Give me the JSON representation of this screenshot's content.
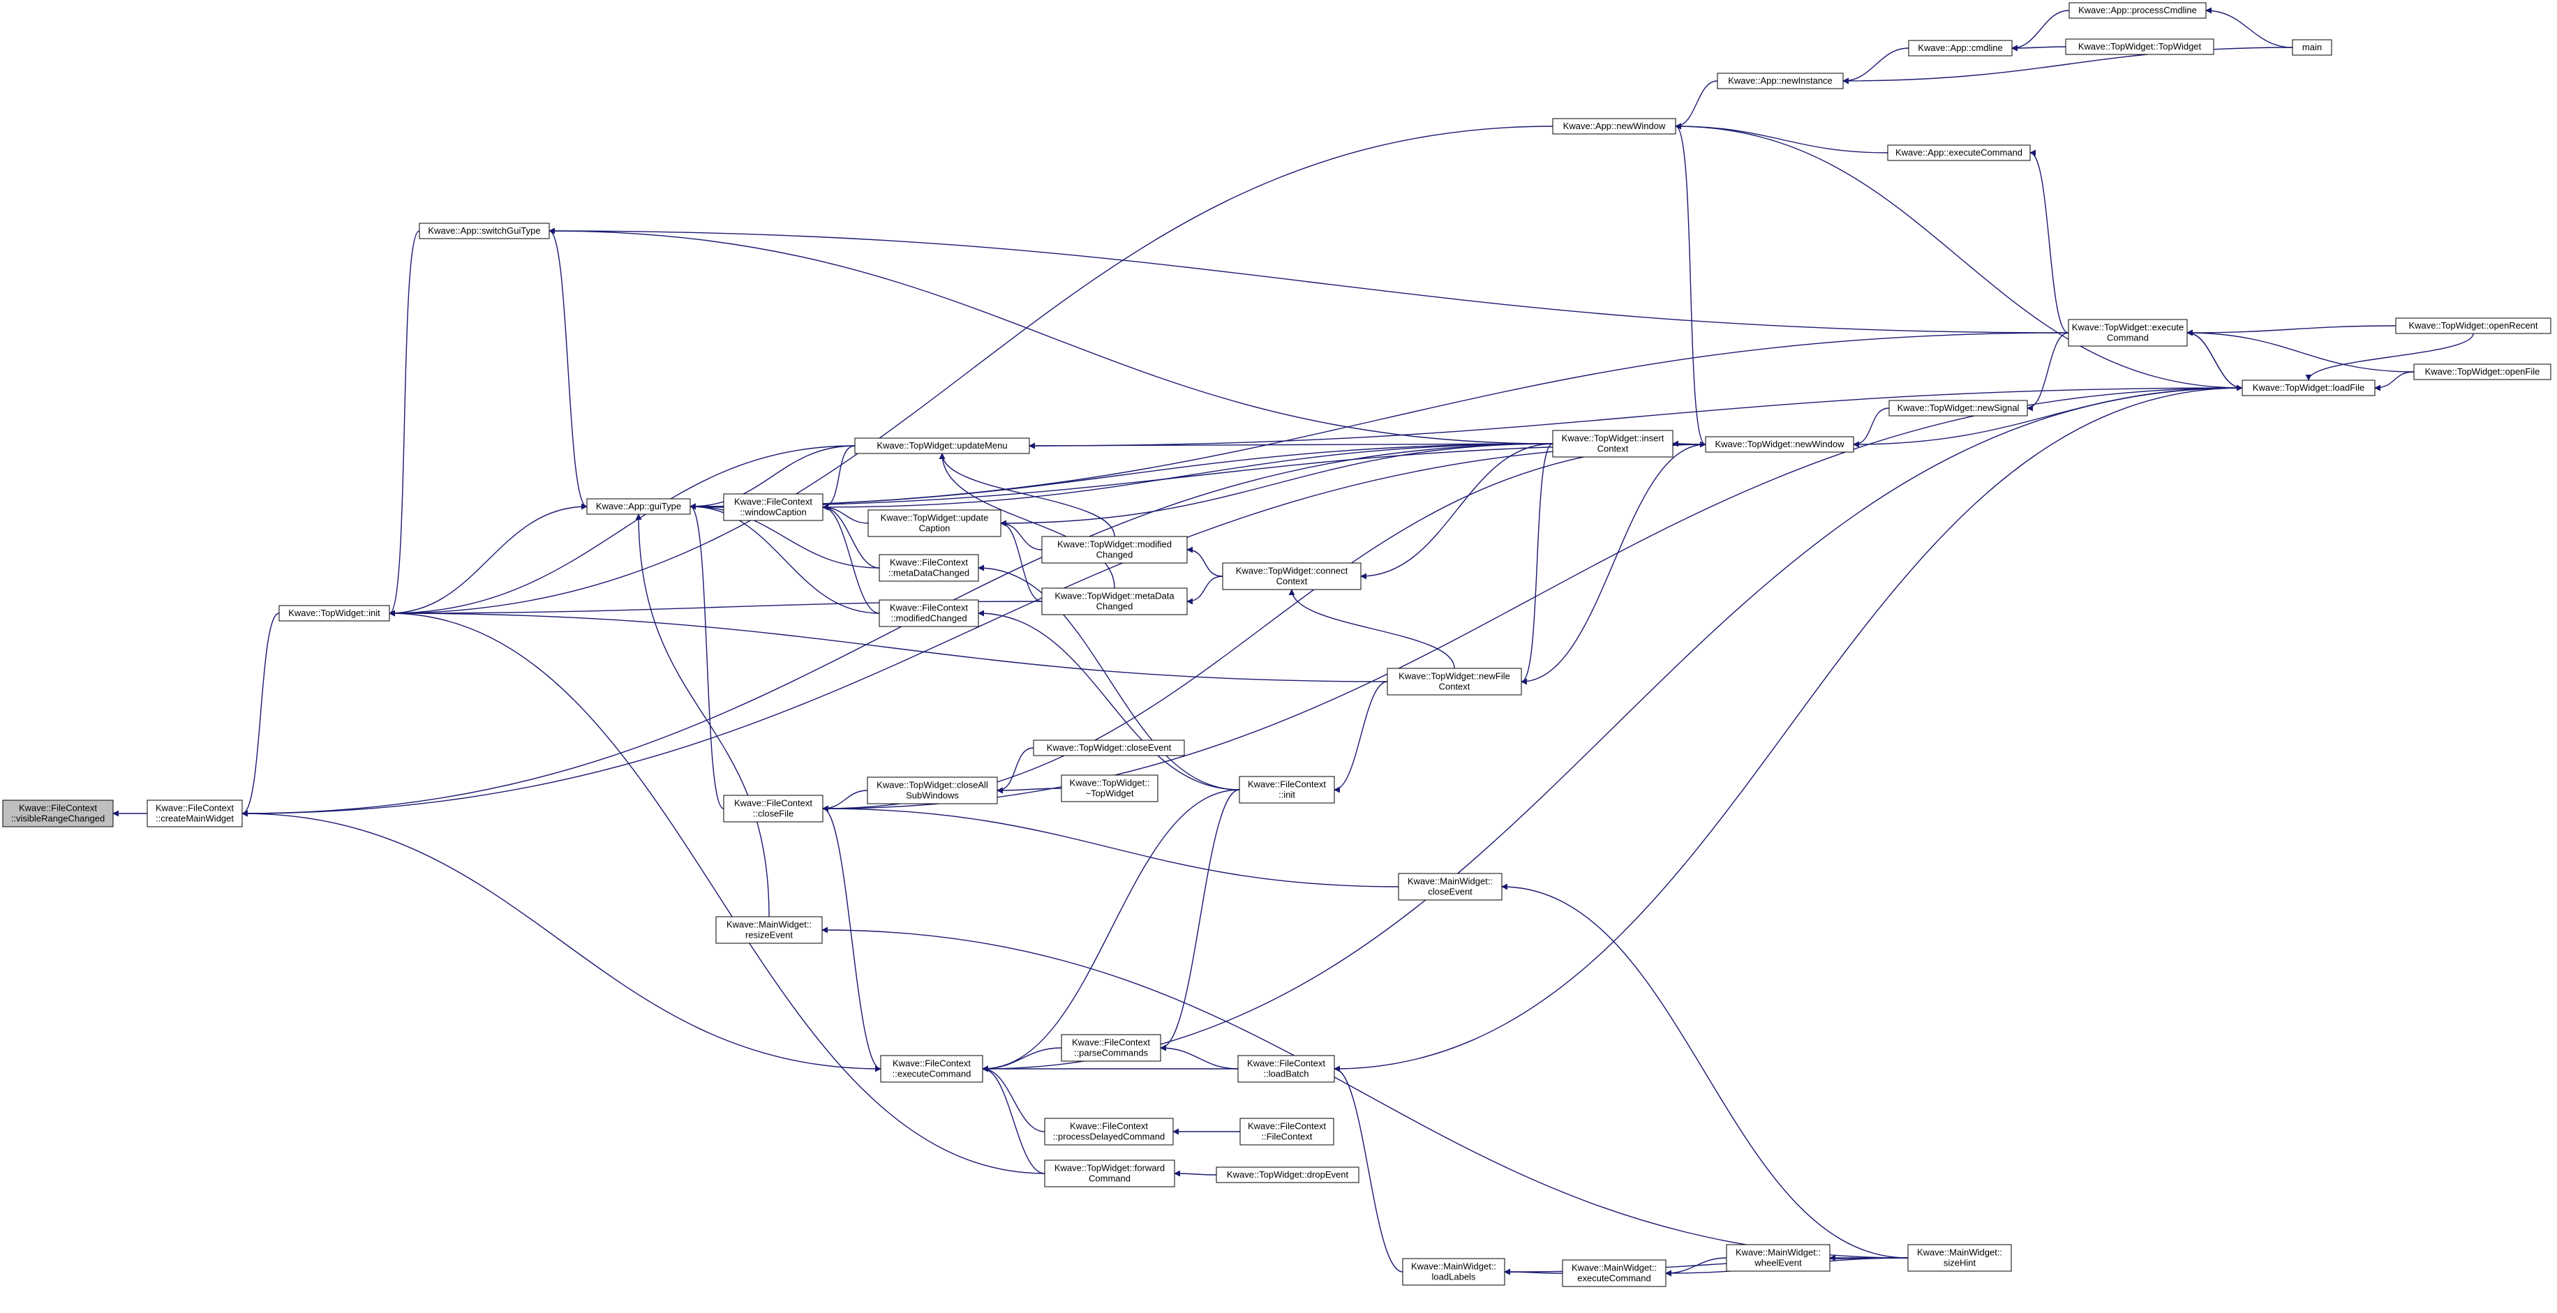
{
  "colors": {
    "edge": "#191970",
    "node_fill": "#ffffff",
    "node_border": "#000000",
    "highlight_fill": "#bfbfbf"
  },
  "nodes": [
    {
      "id": "vrc",
      "lines": [
        "Kwave::FileContext",
        "::visibleRangeChanged"
      ],
      "highlight": true
    },
    {
      "id": "cmw",
      "lines": [
        "Kwave::FileContext",
        "::createMainWidget"
      ]
    },
    {
      "id": "twinit",
      "lines": [
        "Kwave::TopWidget::init"
      ]
    },
    {
      "id": "switchgui",
      "lines": [
        "Kwave::App::switchGuiType"
      ]
    },
    {
      "id": "guitype",
      "lines": [
        "Kwave::App::guiType"
      ]
    },
    {
      "id": "wincap",
      "lines": [
        "Kwave::FileContext",
        "::windowCaption"
      ]
    },
    {
      "id": "updmenu",
      "lines": [
        "Kwave::TopWidget::updateMenu"
      ]
    },
    {
      "id": "updcap",
      "lines": [
        "Kwave::TopWidget::update",
        "Caption"
      ]
    },
    {
      "id": "mdc",
      "lines": [
        "Kwave::FileContext",
        "::metaDataChanged"
      ]
    },
    {
      "id": "modc",
      "lines": [
        "Kwave::FileContext",
        "::modifiedChanged"
      ]
    },
    {
      "id": "twmod",
      "lines": [
        "Kwave::TopWidget::modified",
        "Changed"
      ]
    },
    {
      "id": "twmeta",
      "lines": [
        "Kwave::TopWidget::metaData",
        "Changed"
      ]
    },
    {
      "id": "conn",
      "lines": [
        "Kwave::TopWidget::connect",
        "Context"
      ]
    },
    {
      "id": "insctx",
      "lines": [
        "Kwave::TopWidget::insert",
        "Context"
      ]
    },
    {
      "id": "twnw",
      "lines": [
        "Kwave::TopWidget::newWindow"
      ]
    },
    {
      "id": "appnw",
      "lines": [
        "Kwave::App::newWindow"
      ]
    },
    {
      "id": "newinst",
      "lines": [
        "Kwave::App::newInstance"
      ]
    },
    {
      "id": "cmdline",
      "lines": [
        "Kwave::App::cmdline"
      ]
    },
    {
      "id": "proccmd",
      "lines": [
        "Kwave::App::processCmdline"
      ]
    },
    {
      "id": "twctor",
      "lines": [
        "Kwave::TopWidget::TopWidget"
      ]
    },
    {
      "id": "main",
      "lines": [
        "main"
      ]
    },
    {
      "id": "appexec",
      "lines": [
        "Kwave::App::executeCommand"
      ]
    },
    {
      "id": "twexec",
      "lines": [
        "Kwave::TopWidget::execute",
        "Command"
      ]
    },
    {
      "id": "openrecent",
      "lines": [
        "Kwave::TopWidget::openRecent"
      ]
    },
    {
      "id": "loadfile",
      "lines": [
        "Kwave::TopWidget::loadFile"
      ]
    },
    {
      "id": "openfile",
      "lines": [
        "Kwave::TopWidget::openFile"
      ]
    },
    {
      "id": "newsig",
      "lines": [
        "Kwave::TopWidget::newSignal"
      ]
    },
    {
      "id": "newfctx",
      "lines": [
        "Kwave::TopWidget::newFile",
        "Context"
      ]
    },
    {
      "id": "closefile",
      "lines": [
        "Kwave::FileContext",
        "::closeFile"
      ]
    },
    {
      "id": "closeall",
      "lines": [
        "Kwave::TopWidget::closeAll",
        "SubWindows"
      ]
    },
    {
      "id": "twclose",
      "lines": [
        "Kwave::TopWidget::closeEvent"
      ]
    },
    {
      "id": "twdtor",
      "lines": [
        "Kwave::TopWidget::",
        "~TopWidget"
      ]
    },
    {
      "id": "fcinit",
      "lines": [
        "Kwave::FileContext",
        "::init"
      ]
    },
    {
      "id": "mwclose",
      "lines": [
        "Kwave::MainWidget::",
        "closeEvent"
      ]
    },
    {
      "id": "mwresize",
      "lines": [
        "Kwave::MainWidget::",
        "resizeEvent"
      ]
    },
    {
      "id": "fcexec",
      "lines": [
        "Kwave::FileContext",
        "::executeCommand"
      ]
    },
    {
      "id": "parsecmd",
      "lines": [
        "Kwave::FileContext",
        "::parseCommands"
      ]
    },
    {
      "id": "loadbatch",
      "lines": [
        "Kwave::FileContext",
        "::loadBatch"
      ]
    },
    {
      "id": "procdelayed",
      "lines": [
        "Kwave::FileContext",
        "::processDelayedCommand"
      ]
    },
    {
      "id": "fcctor",
      "lines": [
        "Kwave::FileContext",
        "::FileContext"
      ]
    },
    {
      "id": "twfwd",
      "lines": [
        "Kwave::TopWidget::forward",
        "Command"
      ]
    },
    {
      "id": "twdrop",
      "lines": [
        "Kwave::TopWidget::dropEvent"
      ]
    },
    {
      "id": "mwloadlabels",
      "lines": [
        "Kwave::MainWidget::",
        "loadLabels"
      ]
    },
    {
      "id": "mwexec",
      "lines": [
        "Kwave::MainWidget::",
        "executeCommand"
      ]
    },
    {
      "id": "mwwheel",
      "lines": [
        "Kwave::MainWidget::",
        "wheelEvent"
      ]
    },
    {
      "id": "mwsize",
      "lines": [
        "Kwave::MainWidget::",
        "sizeHint"
      ]
    }
  ],
  "edges": [
    [
      "vrc",
      "cmw"
    ],
    [
      "cmw",
      "twinit"
    ],
    [
      "cmw",
      "insctx"
    ],
    [
      "cmw",
      "twnw"
    ],
    [
      "cmw",
      "fcexec"
    ],
    [
      "twinit",
      "appnw"
    ],
    [
      "twinit",
      "switchgui"
    ],
    [
      "twinit",
      "guitype"
    ],
    [
      "twinit",
      "updmenu"
    ],
    [
      "twinit",
      "twmeta"
    ],
    [
      "twinit",
      "newfctx"
    ],
    [
      "twinit",
      "twfwd"
    ],
    [
      "switchgui",
      "twexec"
    ],
    [
      "switchgui",
      "insctx"
    ],
    [
      "guitype",
      "switchgui"
    ],
    [
      "guitype",
      "twexec"
    ],
    [
      "guitype",
      "twnw"
    ],
    [
      "guitype",
      "insctx"
    ],
    [
      "guitype",
      "updmenu"
    ],
    [
      "guitype",
      "wincap"
    ],
    [
      "guitype",
      "mdc"
    ],
    [
      "guitype",
      "modc"
    ],
    [
      "guitype",
      "closefile"
    ],
    [
      "guitype",
      "mwresize"
    ],
    [
      "wincap",
      "updmenu"
    ],
    [
      "wincap",
      "insctx"
    ],
    [
      "wincap",
      "updcap"
    ],
    [
      "wincap",
      "mdc"
    ],
    [
      "wincap",
      "modc"
    ],
    [
      "updmenu",
      "loadfile"
    ],
    [
      "updmenu",
      "insctx"
    ],
    [
      "updmenu",
      "twmod"
    ],
    [
      "updmenu",
      "twmeta"
    ],
    [
      "updcap",
      "insctx"
    ],
    [
      "updcap",
      "twmod"
    ],
    [
      "updcap",
      "twmeta"
    ],
    [
      "mdc",
      "fcinit"
    ],
    [
      "modc",
      "fcinit"
    ],
    [
      "twmod",
      "conn"
    ],
    [
      "twmeta",
      "conn"
    ],
    [
      "conn",
      "insctx"
    ],
    [
      "conn",
      "newfctx"
    ],
    [
      "insctx",
      "twnw"
    ],
    [
      "newfctx",
      "insctx"
    ],
    [
      "newfctx",
      "twnw"
    ],
    [
      "twnw",
      "appnw"
    ],
    [
      "twnw",
      "newsig"
    ],
    [
      "twnw",
      "loadfile"
    ],
    [
      "appnw",
      "newinst"
    ],
    [
      "appnw",
      "appexec"
    ],
    [
      "appnw",
      "loadfile"
    ],
    [
      "newinst",
      "cmdline"
    ],
    [
      "newinst",
      "main"
    ],
    [
      "cmdline",
      "proccmd"
    ],
    [
      "cmdline",
      "twctor"
    ],
    [
      "proccmd",
      "main"
    ],
    [
      "appexec",
      "twexec"
    ],
    [
      "twexec",
      "openrecent"
    ],
    [
      "twexec",
      "loadfile"
    ],
    [
      "twexec",
      "openfile"
    ],
    [
      "loadfile",
      "openrecent"
    ],
    [
      "loadfile",
      "openfile"
    ],
    [
      "loadfile",
      "twexec"
    ],
    [
      "newsig",
      "twexec"
    ],
    [
      "closefile",
      "twnw"
    ],
    [
      "closefile",
      "closeall"
    ],
    [
      "closefile",
      "loadfile"
    ],
    [
      "closefile",
      "mwclose"
    ],
    [
      "closeall",
      "twclose"
    ],
    [
      "closeall",
      "twdtor"
    ],
    [
      "fcinit",
      "newfctx"
    ],
    [
      "mwresize",
      "mwsize"
    ],
    [
      "mwclose",
      "mwsize"
    ],
    [
      "fcexec",
      "closefile"
    ],
    [
      "fcexec",
      "fcinit"
    ],
    [
      "fcexec",
      "parsecmd"
    ],
    [
      "fcexec",
      "loadbatch"
    ],
    [
      "fcexec",
      "procdelayed"
    ],
    [
      "fcexec",
      "twfwd"
    ],
    [
      "fcexec",
      "loadfile"
    ],
    [
      "parsecmd",
      "loadbatch"
    ],
    [
      "parsecmd",
      "fcinit"
    ],
    [
      "loadbatch",
      "loadfile"
    ],
    [
      "loadbatch",
      "mwloadlabels"
    ],
    [
      "procdelayed",
      "fcctor"
    ],
    [
      "twfwd",
      "twdrop"
    ],
    [
      "mwloadlabels",
      "mwexec"
    ],
    [
      "mwloadlabels",
      "mwsize"
    ],
    [
      "mwexec",
      "mwwheel"
    ],
    [
      "mwexec",
      "mwsize"
    ],
    [
      "mwwheel",
      "mwsize"
    ]
  ]
}
